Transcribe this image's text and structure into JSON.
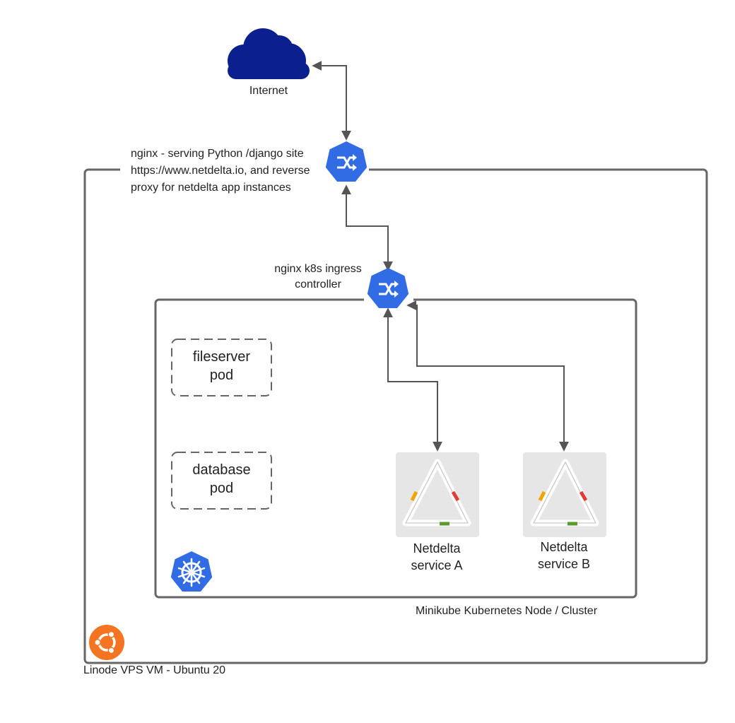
{
  "labels": {
    "internet": "Internet",
    "nginx_description": "nginx - serving Python /django site https://www.netdelta.io, and reverse proxy for netdelta app instances",
    "ingress_line1": "nginx k8s ingress",
    "ingress_line2": "controller",
    "fileserver_line1": "fileserver",
    "fileserver_line2": "pod",
    "database_line1": "database",
    "database_line2": "pod",
    "service_a_line1": "Netdelta",
    "service_a_line2": "service A",
    "service_b_line1": "Netdelta",
    "service_b_line2": "service B",
    "cluster": "Minikube Kubernetes Node / Cluster",
    "vm": "Linode VPS VM - Ubuntu 20"
  },
  "icons": {
    "internet": "cloud-icon",
    "nginx": "network-switch-icon",
    "ingress": "network-switch-icon",
    "kubernetes": "kubernetes-helm-icon",
    "ubuntu": "ubuntu-logo-icon",
    "service": "netdelta-triangle-icon"
  },
  "colors": {
    "cloud": "#0b1f8f",
    "k8s_blue": "#326ce5",
    "ubuntu_orange": "#f47421",
    "frame": "#666666",
    "arrow": "#555555",
    "service_bg": "#e6e6e6",
    "tri_orange": "#f0a500",
    "tri_red": "#e53935",
    "tri_green": "#5a9a2e"
  }
}
